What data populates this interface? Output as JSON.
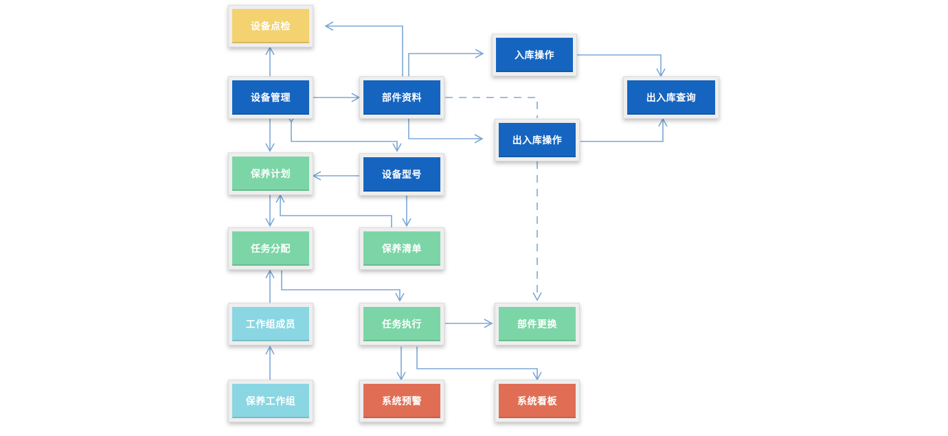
{
  "colors": {
    "yellow": "#F3D26F",
    "blue": "#1565C0",
    "green": "#7CD5A6",
    "cyan": "#8AD6E2",
    "red": "#E06E55",
    "connector": "#7BA7D6"
  },
  "nodes": {
    "equipment_check": "设备点检",
    "equipment_management": "设备管理",
    "parts_data": "部件资料",
    "inbound_operation": "入库操作",
    "inout_query": "出入库查询",
    "inout_operation": "出入库操作",
    "maintenance_plan": "保养计划",
    "equipment_model": "设备型号",
    "task_assignment": "任务分配",
    "maintenance_list": "保养清单",
    "workgroup_members": "工作组成员",
    "task_execution": "任务执行",
    "parts_replacement": "部件更换",
    "maintenance_workgroup": "保养工作组",
    "system_alert": "系统预警",
    "system_dashboard": "系统看板"
  }
}
